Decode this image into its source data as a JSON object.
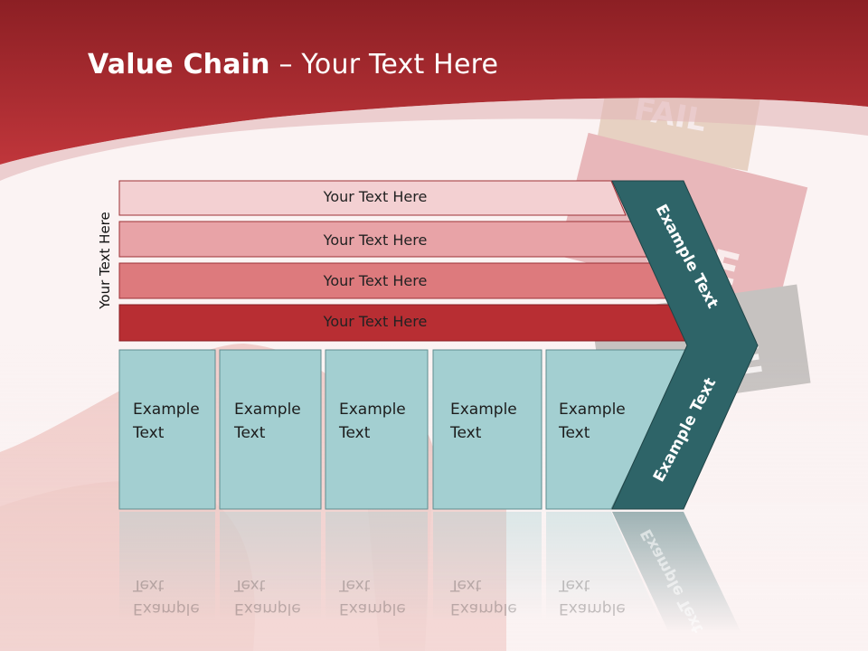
{
  "title": {
    "bold": "Value Chain",
    "rest": " – Your Text Here"
  },
  "side_label": "Your Text Here",
  "bars": [
    "Your Text Here",
    "Your Text Here",
    "Your Text Here",
    "Your Text Here"
  ],
  "boxes": [
    {
      "line1": "Example",
      "line2": "Text"
    },
    {
      "line1": "Example",
      "line2": "Text"
    },
    {
      "line1": "Example",
      "line2": "Text"
    },
    {
      "line1": "Example",
      "line2": "Text"
    },
    {
      "line1": "Example",
      "line2": "Text"
    }
  ],
  "chevron_top": "Example Text",
  "chevron_bottom": "Example Text",
  "background_sign_text": [
    "FAILURE",
    "SUCCESS"
  ],
  "colors": {
    "banner": "#a8282e",
    "bar1": "#f3d0d2",
    "bar2": "#e8a3a7",
    "bar3": "#dd7a7d",
    "bar4": "#b82e33",
    "box": "#a3cfd1",
    "chevron": "#2e6468"
  }
}
